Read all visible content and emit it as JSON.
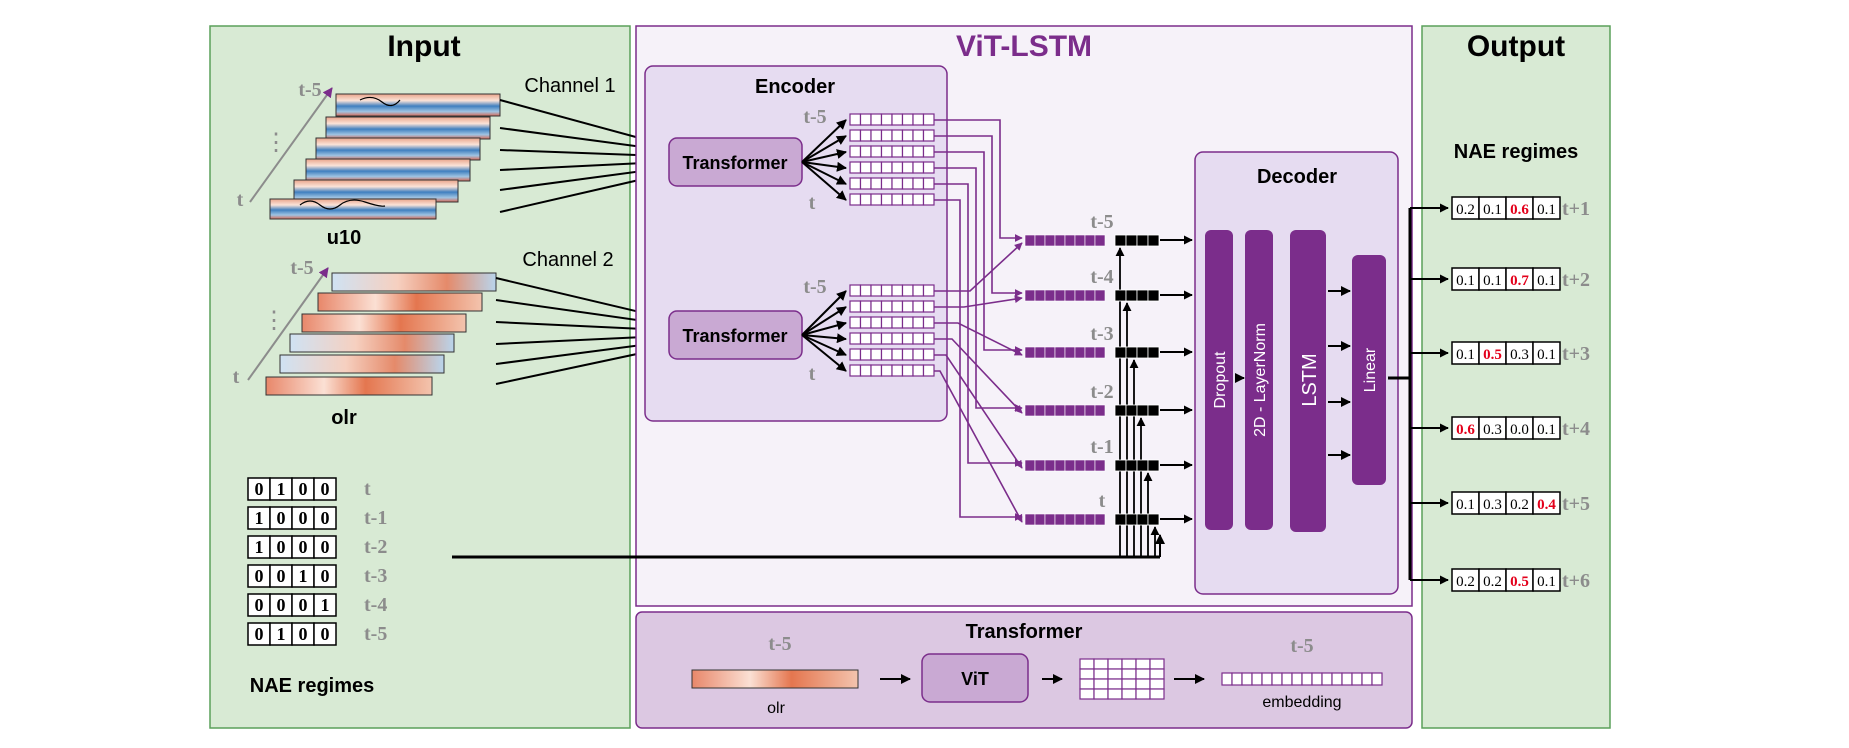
{
  "input": {
    "title": "Input",
    "channel1": "Channel 1",
    "channel2": "Channel 2",
    "var1": "u10",
    "var2": "olr",
    "t_start": "t-5",
    "t_end": "t",
    "dots": "⋮",
    "regimes_label": "NAE regimes",
    "regimes": [
      {
        "bits": [
          "0",
          "1",
          "0",
          "0"
        ],
        "t": "t"
      },
      {
        "bits": [
          "1",
          "0",
          "0",
          "0"
        ],
        "t": "t-1"
      },
      {
        "bits": [
          "1",
          "0",
          "0",
          "0"
        ],
        "t": "t-2"
      },
      {
        "bits": [
          "0",
          "0",
          "1",
          "0"
        ],
        "t": "t-3"
      },
      {
        "bits": [
          "0",
          "0",
          "0",
          "1"
        ],
        "t": "t-4"
      },
      {
        "bits": [
          "0",
          "1",
          "0",
          "0"
        ],
        "t": "t-5"
      }
    ]
  },
  "model": {
    "title": "ViT-LSTM",
    "encoder_title": "Encoder",
    "transformer_label": "Transformer",
    "t_start": "t-5",
    "t_end": "t",
    "decoder_title": "Decoder",
    "decoder_layers": [
      "Dropout",
      "2D - LayerNorm",
      "LSTM",
      "Linear"
    ],
    "seq_labels": [
      "t-5",
      "t-4",
      "t-3",
      "t-2",
      "t-1",
      "t"
    ]
  },
  "transformer_detail": {
    "title": "Transformer",
    "t_label": "t-5",
    "input_label": "olr",
    "vit_label": "ViT",
    "t_label2": "t-5",
    "output_label": "embedding"
  },
  "output": {
    "title": "Output",
    "regimes_label": "NAE regimes",
    "rows": [
      {
        "values": [
          "0.2",
          "0.1",
          "0.6",
          "0.1"
        ],
        "max": 2,
        "t": "t+1"
      },
      {
        "values": [
          "0.1",
          "0.1",
          "0.7",
          "0.1"
        ],
        "max": 2,
        "t": "t+2"
      },
      {
        "values": [
          "0.1",
          "0.5",
          "0.3",
          "0.1"
        ],
        "max": 1,
        "t": "t+3"
      },
      {
        "values": [
          "0.6",
          "0.3",
          "0.0",
          "0.1"
        ],
        "max": 0,
        "t": "t+4"
      },
      {
        "values": [
          "0.1",
          "0.3",
          "0.2",
          "0.4"
        ],
        "max": 3,
        "t": "t+5"
      },
      {
        "values": [
          "0.2",
          "0.2",
          "0.5",
          "0.1"
        ],
        "max": 2,
        "t": "t+6"
      }
    ]
  },
  "colors": {
    "panel_green": "#d8ead4",
    "panel_green_border": "#5aa05a",
    "purple": "#7b2d8b",
    "purple_light": "#e6dcf1",
    "purple_bg": "#f6f2f9",
    "purple_box": "#c9a9d3",
    "detail_bg": "#dcc8e2",
    "gray_label": "#8c8c8c",
    "highlight_red": "#e3001b"
  }
}
